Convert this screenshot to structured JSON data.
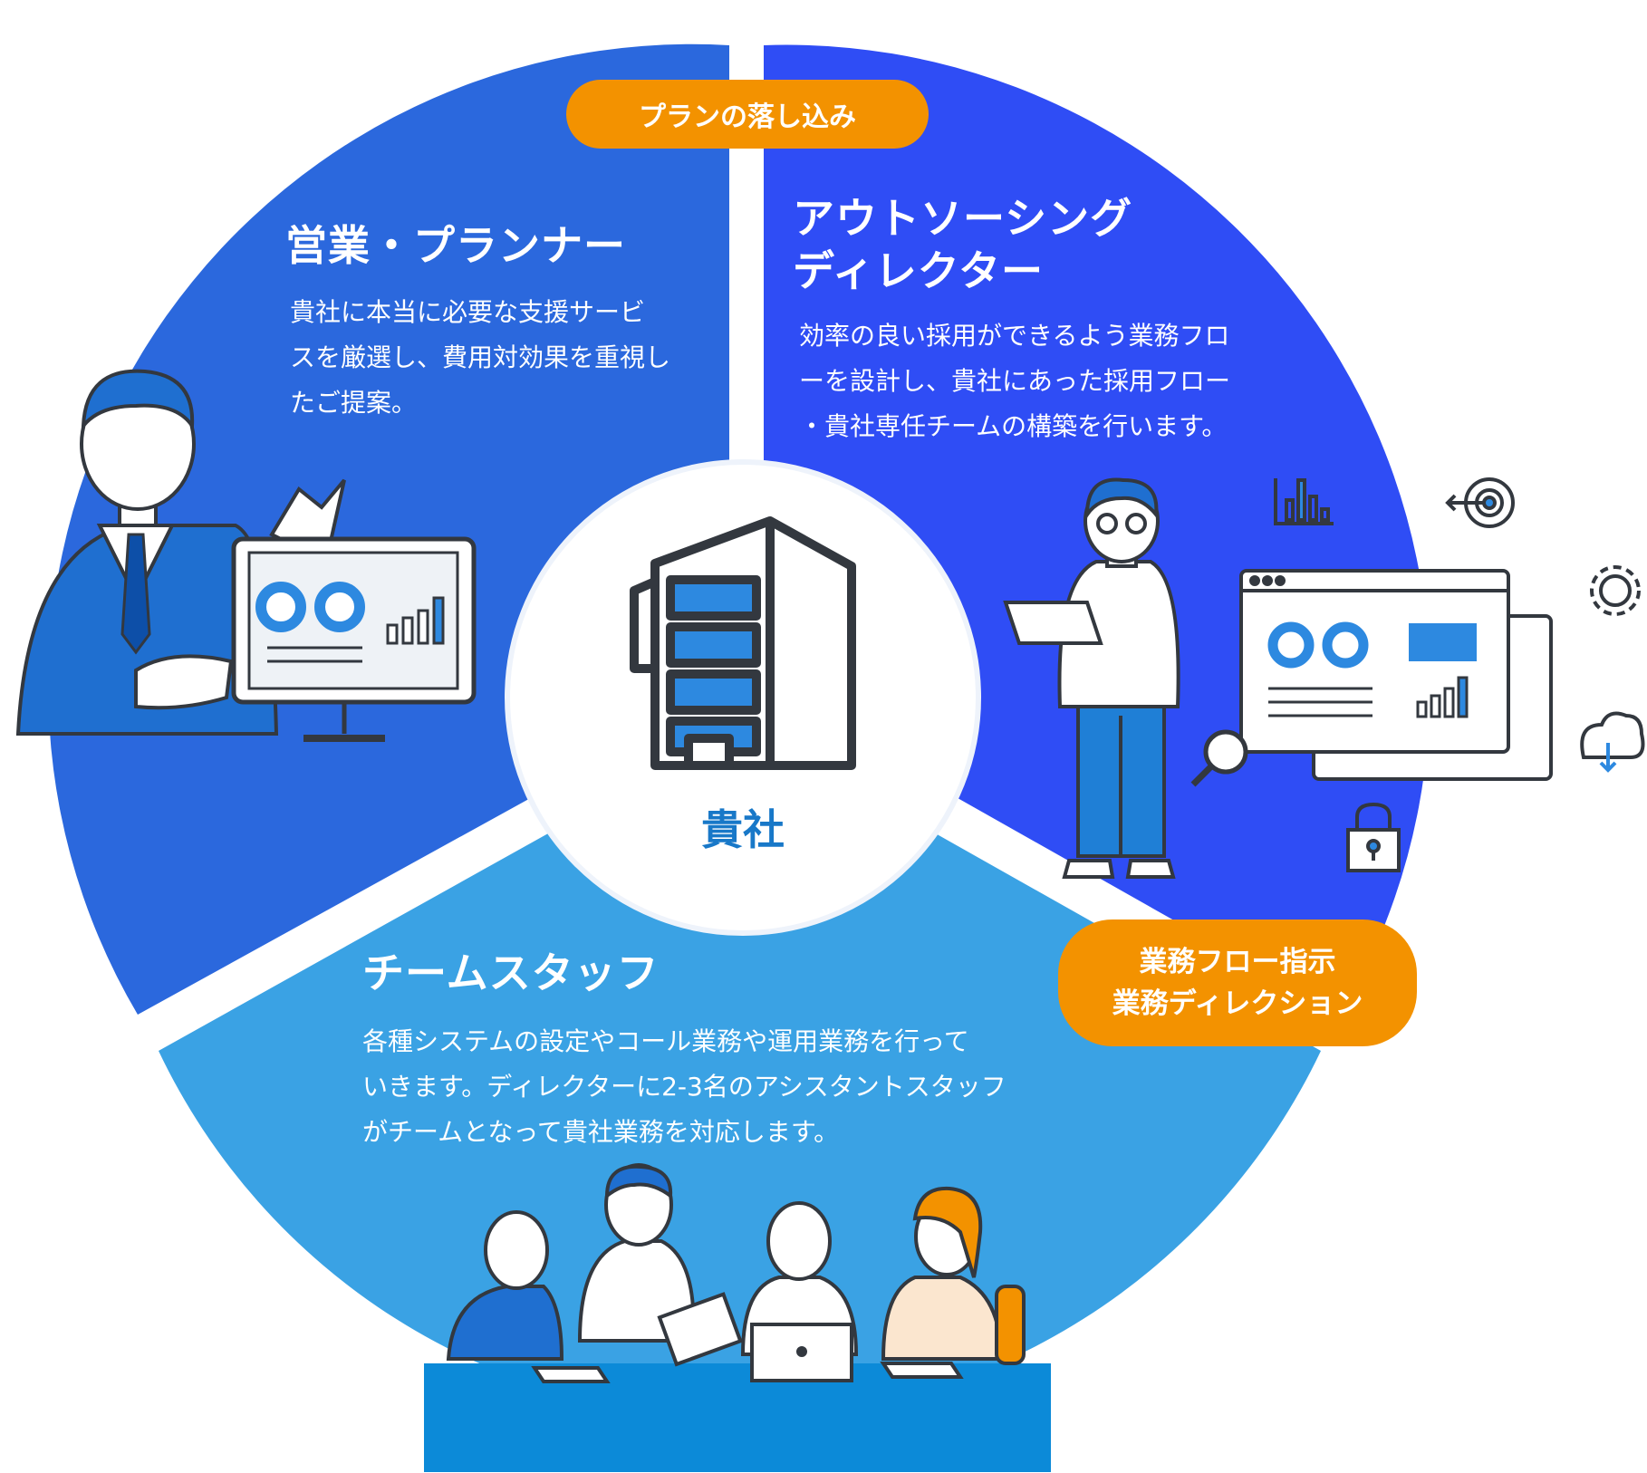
{
  "colors": {
    "sales_segment": "#2b68dd",
    "director_segment": "#2f4df5",
    "staff_segment": "#3aa2e4",
    "center_circle": "#ffffff",
    "pill": "#f39200",
    "center_label": "#1878c8",
    "outline": "#33383f",
    "table": "#0c8ad8"
  },
  "pills": {
    "plan": "プランの落し込み",
    "workflow_line1": "業務フロー指示",
    "workflow_line2": "業務ディレクション"
  },
  "sales": {
    "title": "営業・プランナー",
    "desc_line1": "貴社に本当に必要な支援サービ",
    "desc_line2": "スを厳選し、費用対効果を重視し",
    "desc_line3": "たご提案。"
  },
  "director": {
    "title_line1": "アウトソーシング",
    "title_line2": "ディレクター",
    "desc_line1": "効率の良い採用ができるよう業務フロ",
    "desc_line2": "ーを設計し、貴社にあった採用フロー",
    "desc_line3": "・貴社専任チームの構築を行います。"
  },
  "staff": {
    "title": "チームスタッフ",
    "desc_line1": "各種システムの設定やコール業務や運用業務を行って",
    "desc_line2": "いきます。ディレクターに2-3名のアシスタントスタッフ",
    "desc_line3": "がチームとなって貴社業務を対応します。"
  },
  "center": {
    "label": "貴社",
    "icon": "building-icon"
  },
  "icons": [
    "bar-chart-icon",
    "target-icon",
    "gear-icon",
    "cloud-download-icon",
    "magnifier-icon",
    "lock-icon"
  ]
}
